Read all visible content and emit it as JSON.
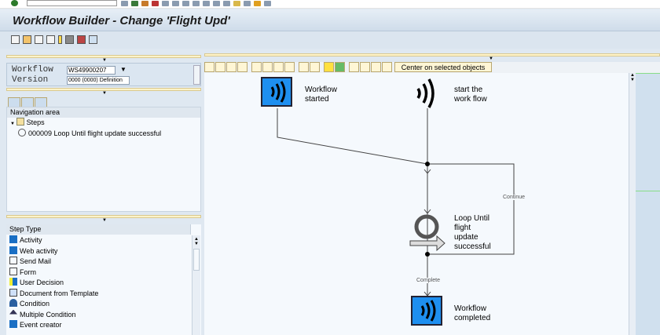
{
  "window": {
    "title": "Workflow Builder - Change 'Flight Upd'"
  },
  "header": {
    "workflow_label": "Workflow",
    "workflow_value": "WS49900207",
    "version_label": "Version",
    "version_value": "0000 (0000) Definition"
  },
  "navigation": {
    "title": "Navigation area",
    "root": "Steps",
    "items": [
      "000009 Loop Until flight update successful"
    ]
  },
  "step_types": {
    "header": "Step Type",
    "items": [
      "Activity",
      "Web activity",
      "Send Mail",
      "Form",
      "User Decision",
      "Document from Template",
      "Condition",
      "Multiple Condition",
      "Event creator"
    ]
  },
  "graph_toolbar": {
    "center_button": "Center on selected objects"
  },
  "graph": {
    "nodes": [
      {
        "label": "Workflow\nstarted"
      },
      {
        "label": "start the\nwork flow"
      },
      {
        "label": "Loop Until\nflight\nupdate\nsuccessful"
      },
      {
        "label": "Workflow\ncompleted"
      }
    ],
    "edge_labels": {
      "continue": "Continue",
      "complete": "Complete"
    }
  },
  "colors": {
    "event_blue": "#1e8ff0",
    "title_bg": "#d6e2ee"
  }
}
